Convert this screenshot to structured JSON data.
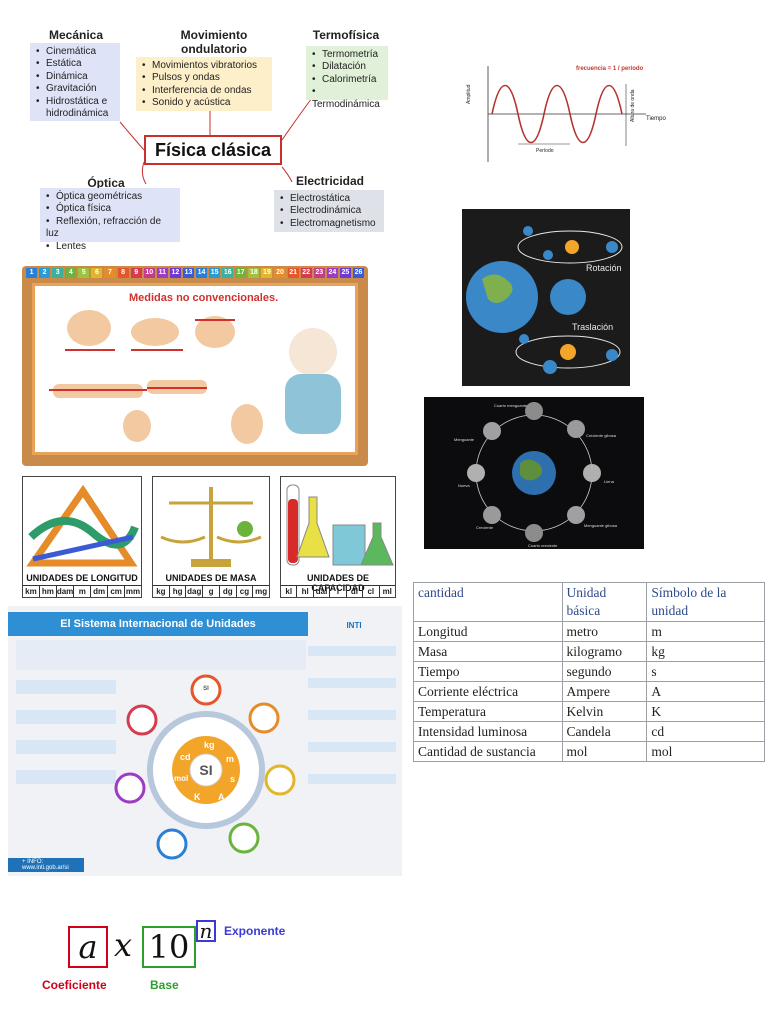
{
  "mindmap": {
    "central": "Física clásica",
    "mecanica": {
      "title": "Mecánica",
      "items": [
        "Cinemática",
        "Estática",
        "Dinámica",
        "Gravitación",
        "Hidrostática e",
        "hidrodinámica"
      ]
    },
    "movimiento": {
      "title": "Movimiento ondulatorio",
      "items": [
        "Movimientos vibratorios",
        "Pulsos y ondas",
        "Interferencia de ondas",
        "Sonido y acústica"
      ]
    },
    "termofisica": {
      "title": "Termofísica",
      "items": [
        "Termometría",
        "Dilatación",
        "Calorimetría",
        "Termodinámica"
      ]
    },
    "optica": {
      "title": "Óptica",
      "items": [
        "Óptica geométricas",
        "Óptica física",
        "Reflexión, refracción de luz",
        "Lentes"
      ]
    },
    "electricidad": {
      "title": "Electricidad",
      "items": [
        "Electrostática",
        "Electrodinámica",
        "Electromagnetismo"
      ]
    }
  },
  "wave": {
    "formula": "frecuencia = 1 / período",
    "y_label": "Amplitud",
    "x_label": "Tiempo",
    "period_label": "Período",
    "height_label": "Altura de onda"
  },
  "earth_motion": {
    "rotation": "Rotación",
    "translation": "Traslación"
  },
  "moon_phases": {
    "labels": [
      "Cuarto menguante",
      "Menguante",
      "Nueva",
      "Creciente",
      "Cuarto creciente",
      "Creciente gibosa",
      "Llena",
      "Menguante gibosa"
    ]
  },
  "board": {
    "numbers": [
      "1",
      "2",
      "3",
      "4",
      "5",
      "6",
      "7",
      "8",
      "9",
      "10",
      "11",
      "12",
      "13",
      "14",
      "15",
      "16",
      "17",
      "18",
      "19",
      "20",
      "21",
      "22",
      "23",
      "24",
      "25",
      "26"
    ],
    "strip_colors": [
      "#2a7fd4",
      "#2a9bd4",
      "#3bb0a0",
      "#6bb43b",
      "#9cc33b",
      "#e0b62a",
      "#e58b2a",
      "#e5562a",
      "#d63b4f",
      "#c43b8a",
      "#9c3bc4",
      "#6b3bd4",
      "#3b5bd4",
      "#2a7fd4",
      "#2a9bd4",
      "#3bb0a0",
      "#6bb43b",
      "#9cc33b",
      "#e0b62a",
      "#e58b2a",
      "#e5562a",
      "#d63b4f",
      "#c43b8a",
      "#9c3bc4",
      "#6b3bd4",
      "#3b5bd4"
    ],
    "title": "Medidas no convencionales."
  },
  "units": {
    "longitud": {
      "title": "UNIDADES DE LONGITUD",
      "items": [
        "km",
        "hm",
        "dam",
        "m",
        "dm",
        "cm",
        "mm"
      ]
    },
    "masa": {
      "title": "UNIDADES DE MASA",
      "items": [
        "kg",
        "hg",
        "dag",
        "g",
        "dg",
        "cg",
        "mg"
      ]
    },
    "capacidad": {
      "title": "UNIDADES DE CAPACIDAD",
      "items": [
        "kl",
        "hl",
        "dal",
        "l",
        "dl",
        "cl",
        "ml"
      ]
    }
  },
  "poster": {
    "title": "El Sistema Internacional de Unidades",
    "hub": "SI",
    "segments": [
      "kg",
      "m",
      "s",
      "A",
      "K",
      "mol",
      "cd"
    ],
    "satellite": "SI",
    "footer": "+ INFO: www.inti.gob.ar/si",
    "org": "INTI"
  },
  "si_table": {
    "headers": [
      "cantidad",
      "Unidad básica",
      "Símbolo de la unidad"
    ],
    "rows": [
      [
        "Longitud",
        "metro",
        "m"
      ],
      [
        "Masa",
        "kilogramo",
        "kg"
      ],
      [
        "Tiempo",
        "segundo",
        "s"
      ],
      [
        "Corriente eléctrica",
        "Ampere",
        "A"
      ],
      [
        "Temperatura",
        "Kelvin",
        "K"
      ],
      [
        "Intensidad luminosa",
        "Candela",
        "cd"
      ],
      [
        "Cantidad de sustancia",
        "mol",
        "mol"
      ]
    ]
  },
  "notation": {
    "coef": "a",
    "times": "x",
    "base": "10",
    "exp": "n",
    "coef_label": "Coeficiente",
    "base_label": "Base",
    "exp_label": "Exponente",
    "colors": {
      "coef": "#d0021b",
      "base": "#2ca02c",
      "exp": "#3b3bd4"
    }
  }
}
